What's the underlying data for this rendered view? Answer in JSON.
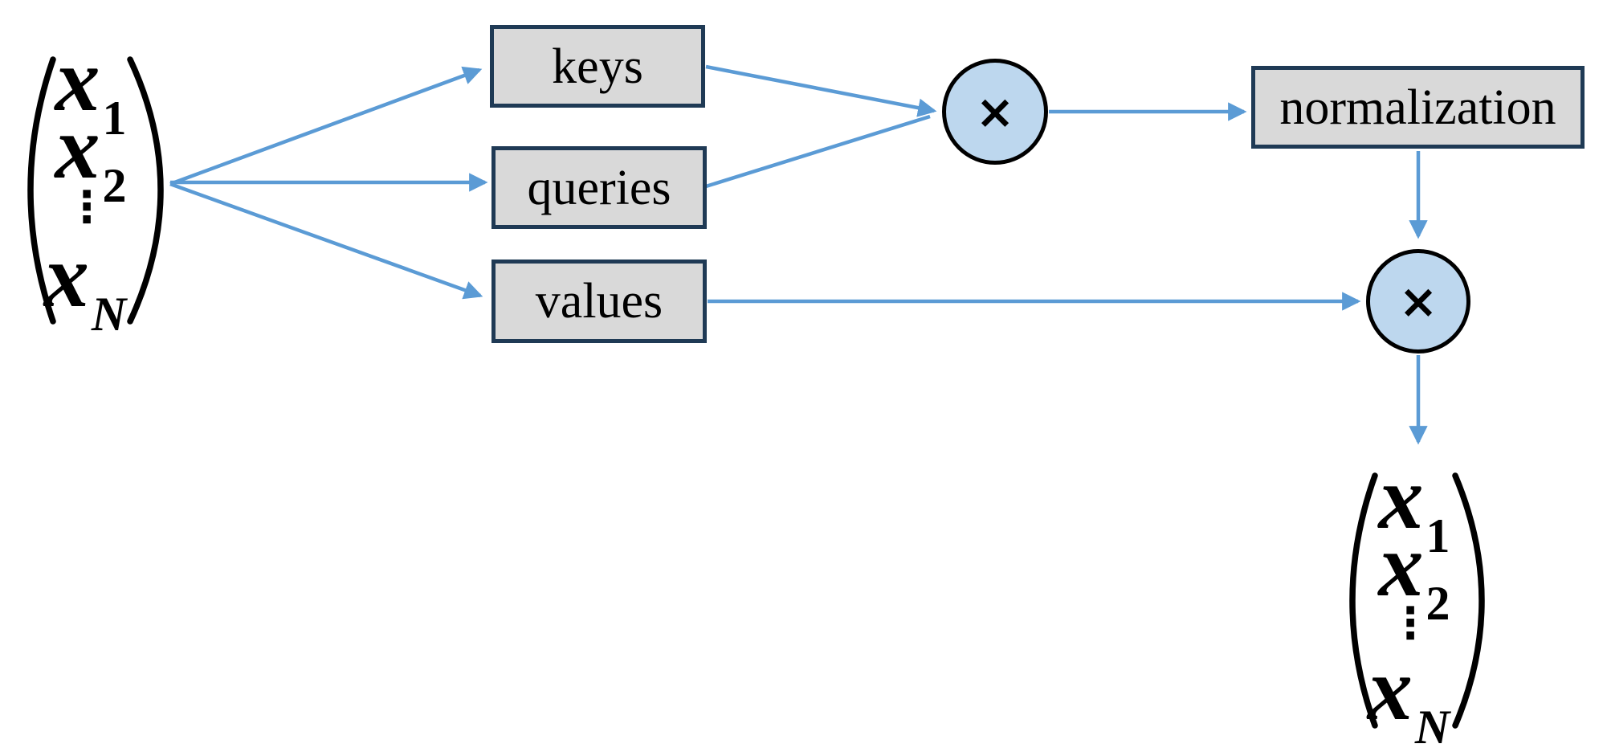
{
  "colors": {
    "arrow": "#5B9BD5",
    "box_fill": "#D9D9D9",
    "box_border": "#1F3A55",
    "circle_fill": "#BDD7EE",
    "circle_border": "#000000",
    "text": "#000000",
    "background": "#FFFFFF"
  },
  "boxes": {
    "keys": "keys",
    "queries": "queries",
    "values": "values",
    "normalization": "normalization"
  },
  "operators": {
    "multiply": "×"
  },
  "vectors": {
    "input": {
      "rows": [
        {
          "base": "x",
          "sub": "1"
        },
        {
          "base": "x",
          "sub": "2"
        },
        {
          "dots": "⋮"
        },
        {
          "base": "x",
          "sub": "N"
        }
      ]
    },
    "output": {
      "rows": [
        {
          "base": "x",
          "sub": "1"
        },
        {
          "base": "x",
          "sub": "2"
        },
        {
          "dots": "⋮"
        },
        {
          "base": "x",
          "sub": "N"
        }
      ]
    }
  }
}
